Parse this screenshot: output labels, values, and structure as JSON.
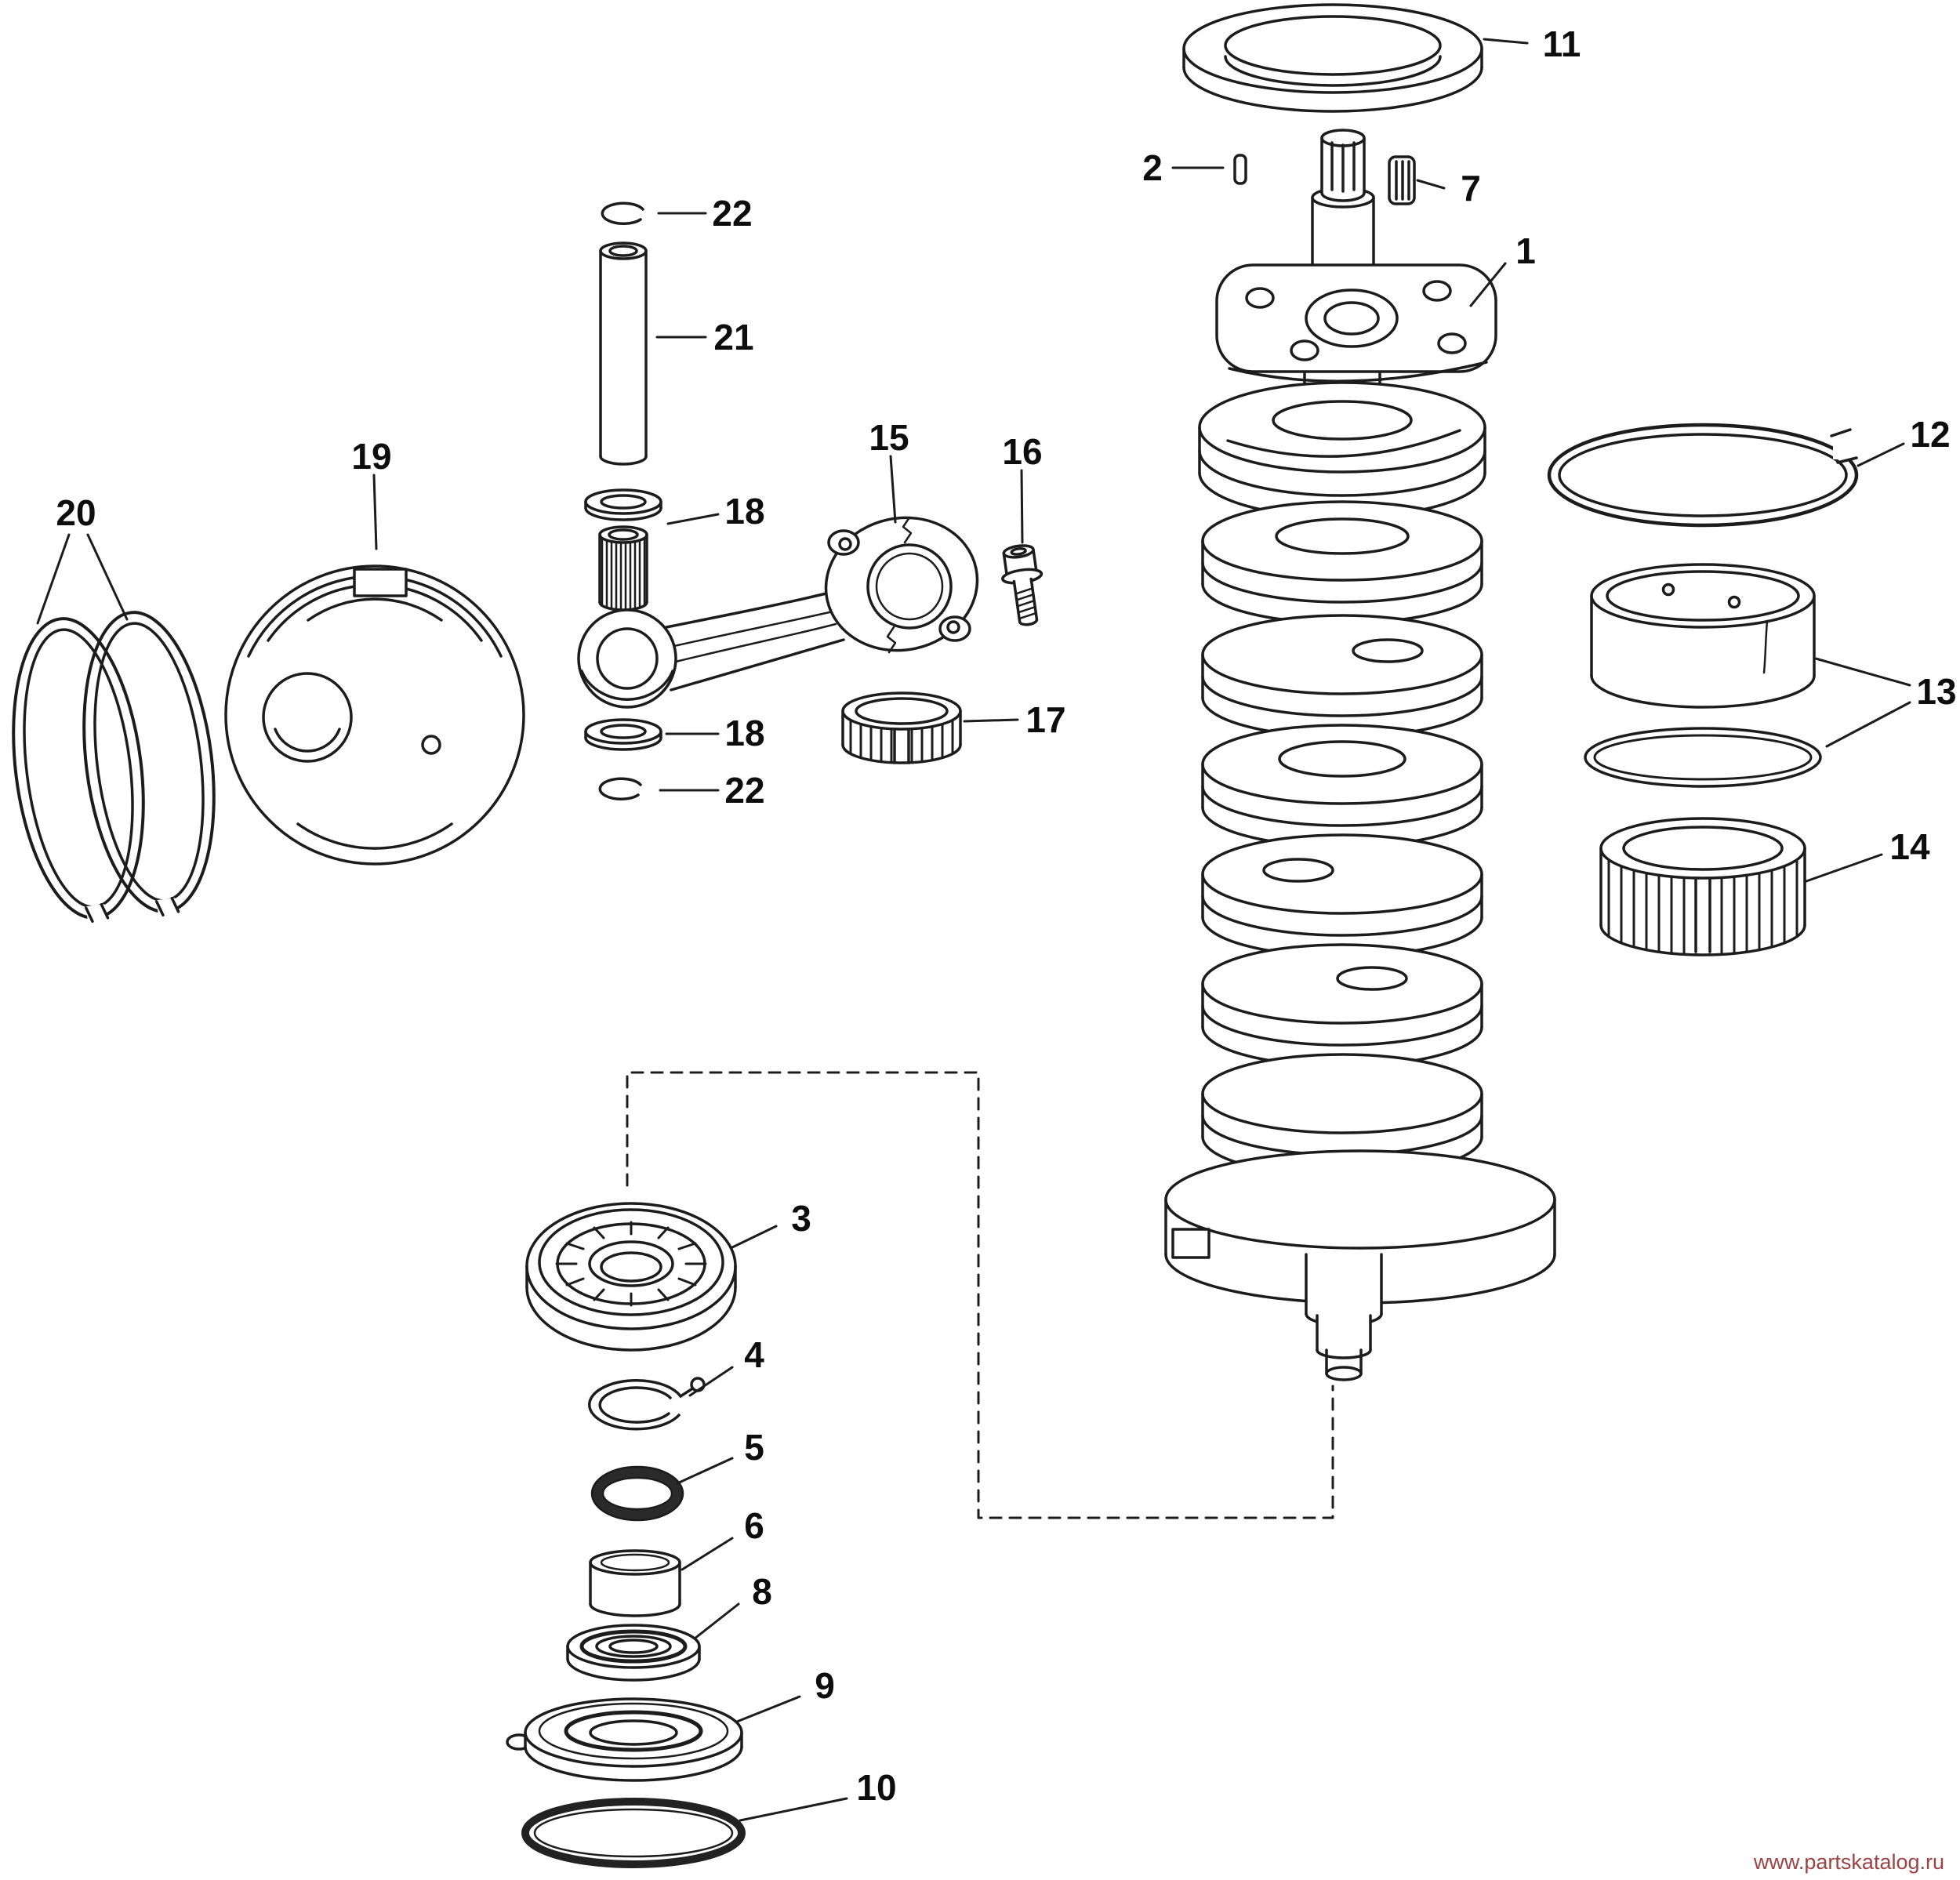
{
  "diagram": {
    "watermark": "www.partskatalog.ru",
    "colors": {
      "line": "#1c1c1c",
      "label": "#0d0d0d",
      "watermark": "#9c4343",
      "background": "#ffffff"
    },
    "callouts": [
      {
        "part": "11"
      },
      {
        "part": "2"
      },
      {
        "part": "7"
      },
      {
        "part": "1"
      },
      {
        "part": "12"
      },
      {
        "part": "13"
      },
      {
        "part": "14"
      },
      {
        "part": "22"
      },
      {
        "part": "21"
      },
      {
        "part": "18"
      },
      {
        "part": "15"
      },
      {
        "part": "16"
      },
      {
        "part": "17"
      },
      {
        "part": "18"
      },
      {
        "part": "22"
      },
      {
        "part": "19"
      },
      {
        "part": "20"
      },
      {
        "part": "3"
      },
      {
        "part": "4"
      },
      {
        "part": "5"
      },
      {
        "part": "6"
      },
      {
        "part": "8"
      },
      {
        "part": "9"
      },
      {
        "part": "10"
      }
    ]
  }
}
